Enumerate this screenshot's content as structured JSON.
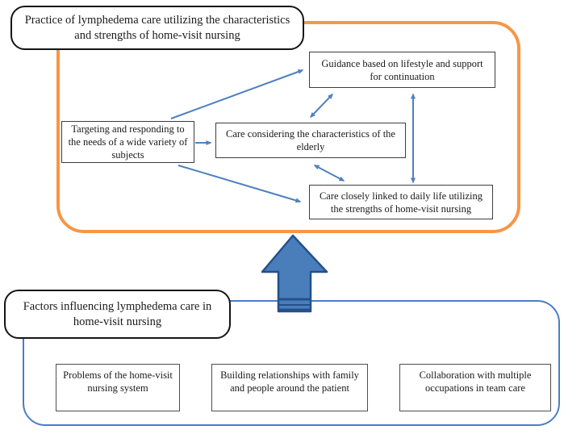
{
  "practice_section": {
    "label": "Practice of lymphedema care utilizing the characteristics and strengths of home-visit nursing",
    "boxes": {
      "guidance": "Guidance based on lifestyle and support for continuation",
      "targeting": "Targeting and responding to the needs of a wide variety of subjects",
      "elderly_care": "Care considering the characteristics of the elderly",
      "daily_life_care": "Care closely linked to daily life utilizing the strengths of home-visit nursing"
    }
  },
  "factors_section": {
    "label": "Factors influencing lymphedema care in home-visit nursing",
    "boxes": {
      "problems": "Problems of the home-visit nursing system",
      "relationships": "Building relationships with family and people around the patient",
      "collaboration": "Collaboration with multiple occupations in team care"
    }
  },
  "colors": {
    "practice_frame_border": "#F79646",
    "factors_frame_border": "#4A7DC9",
    "connector_arrow": "#4F81BD",
    "block_arrow_fill": "#4A7EBB",
    "block_arrow_border": "#24508C",
    "node_border": "#3D3D3D",
    "label_border": "#151515"
  }
}
